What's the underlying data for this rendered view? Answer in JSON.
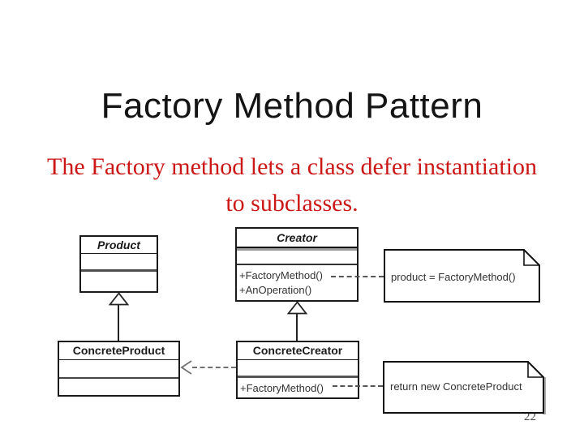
{
  "slide": {
    "title": "Factory Method Pattern",
    "subtitle": {
      "line1": "The Factory method lets a class defer instantiation",
      "line2": "to subclasses."
    },
    "page_number": "22",
    "colors": {
      "background": "#ffffff",
      "title_text": "#141414",
      "subtitle_text": "#cc1717",
      "diagram_line": "#1a1a1a",
      "dashed_line": "#707070"
    }
  },
  "diagram": {
    "type": "uml-class-diagram",
    "classes": [
      {
        "name": "Product",
        "abstract": true,
        "attributes": [],
        "methods": []
      },
      {
        "name": "Creator",
        "abstract": true,
        "attributes": [],
        "methods": [
          "+FactoryMethod()",
          "+AnOperation()"
        ]
      },
      {
        "name": "ConcreteProduct",
        "abstract": false,
        "attributes": [],
        "methods": []
      },
      {
        "name": "ConcreteCreator",
        "abstract": false,
        "attributes": [],
        "methods": [
          "+FactoryMethod()"
        ]
      }
    ],
    "notes": [
      {
        "text": "product = FactoryMethod()"
      },
      {
        "text": "return new ConcreteProduct"
      }
    ],
    "relationships": [
      {
        "from": "ConcreteProduct",
        "to": "Product",
        "type": "inheritance"
      },
      {
        "from": "ConcreteCreator",
        "to": "Creator",
        "type": "inheritance"
      },
      {
        "from": "ConcreteCreator",
        "to": "ConcreteProduct",
        "type": "dashed-dependency"
      },
      {
        "from": "Creator.+FactoryMethod()",
        "to": "note-0",
        "type": "note-anchor"
      },
      {
        "from": "ConcreteCreator.+FactoryMethod()",
        "to": "note-1",
        "type": "note-anchor"
      }
    ]
  }
}
